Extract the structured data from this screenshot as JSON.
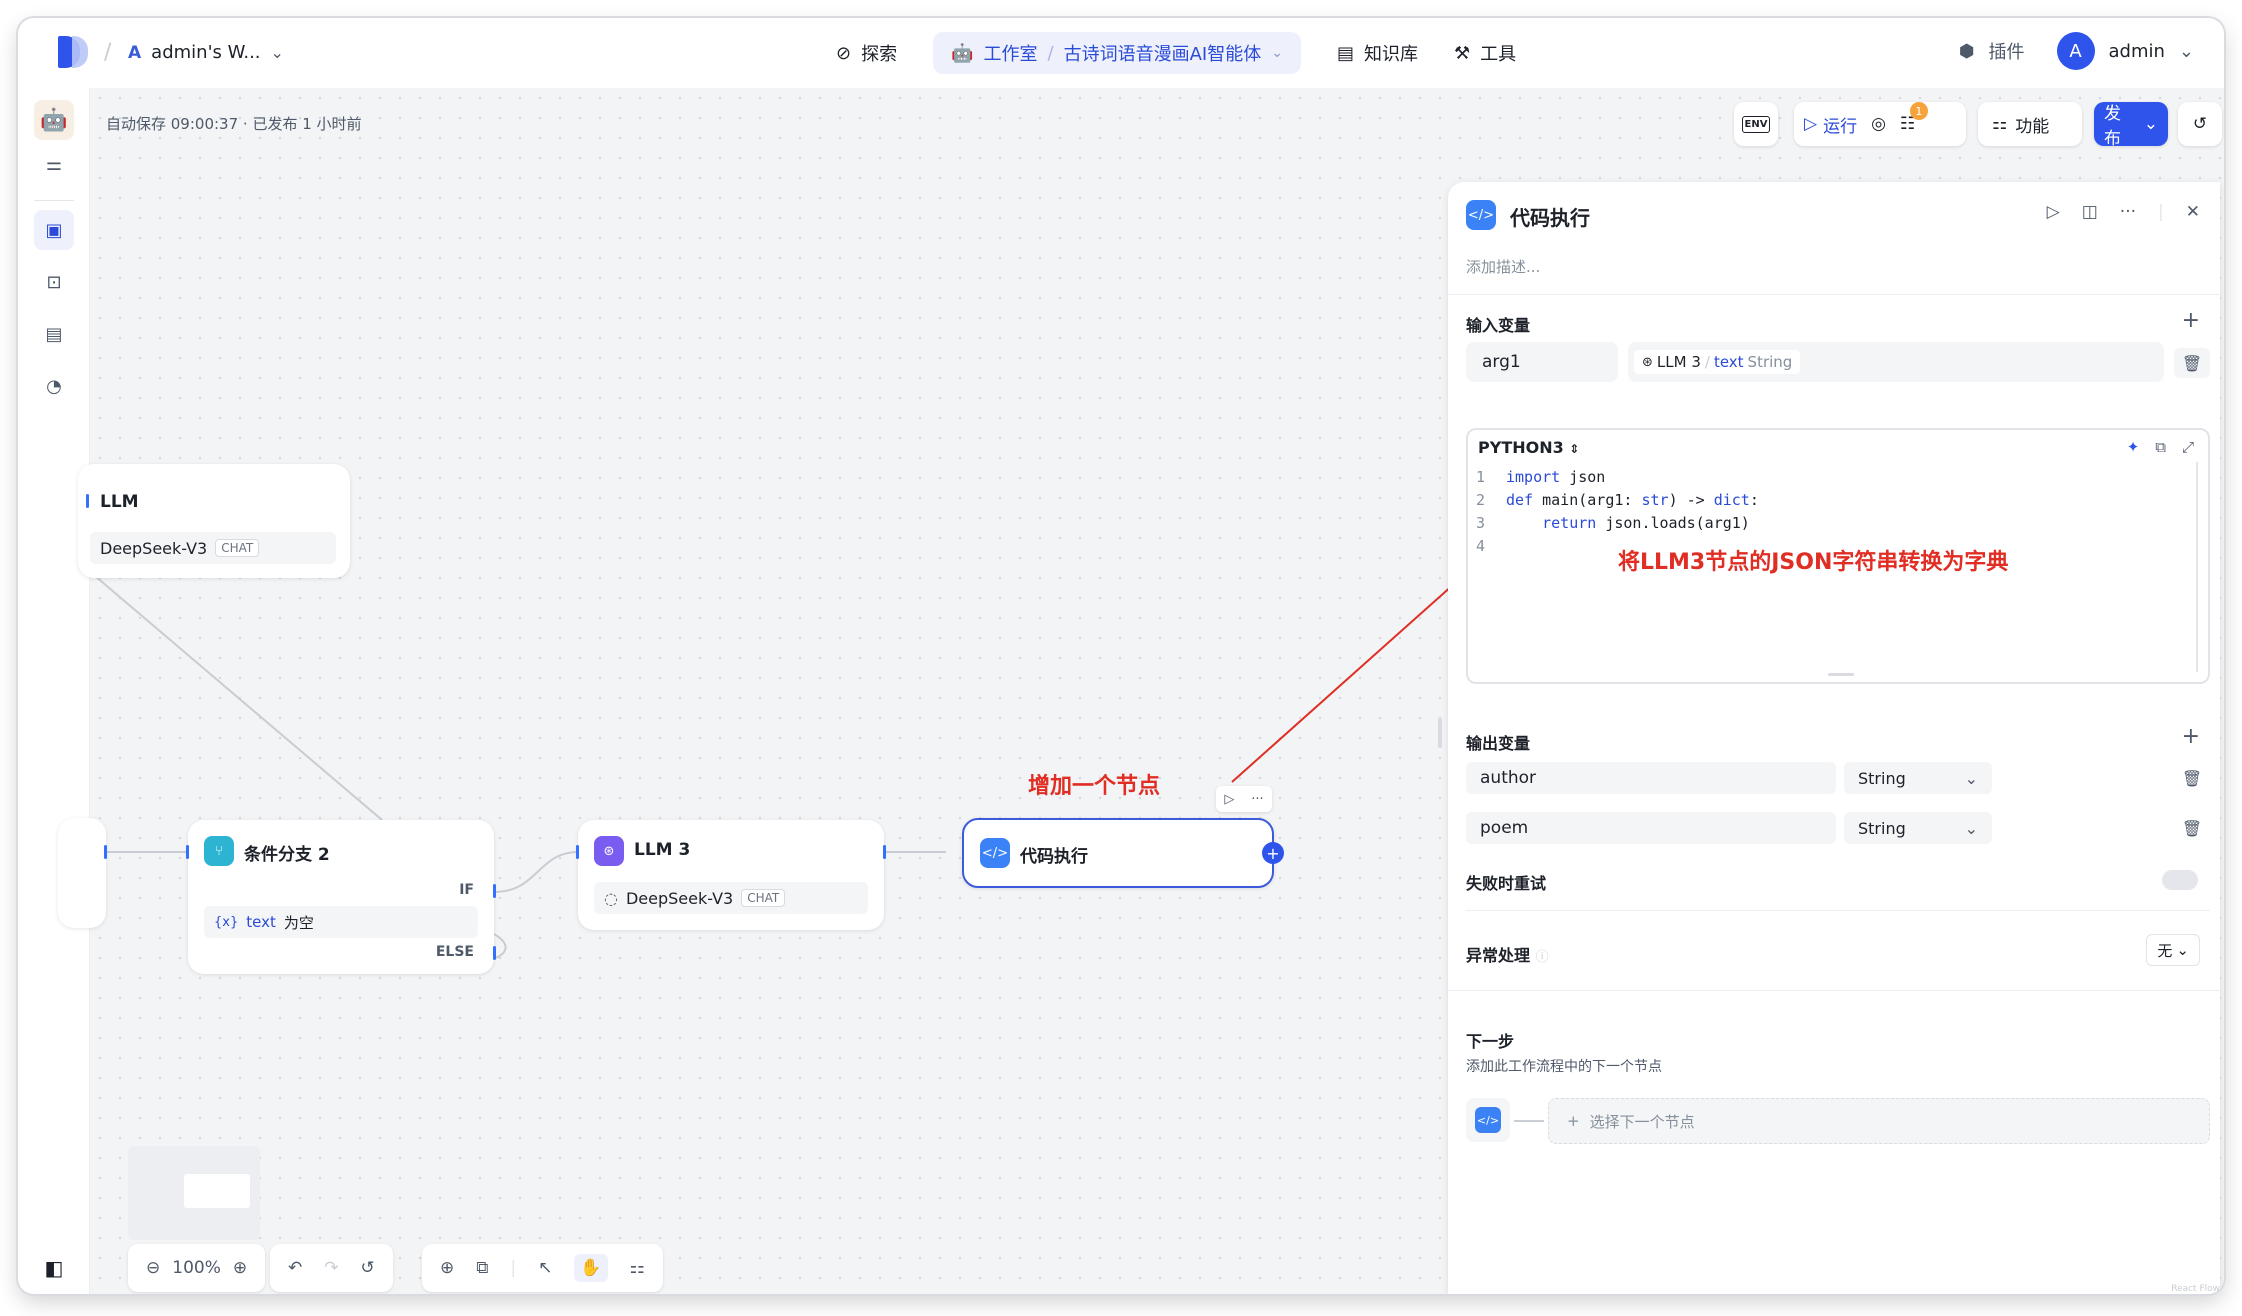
{
  "workspace": {
    "initial": "A",
    "name": "admin's W...",
    "chevron": "⌄"
  },
  "nav": {
    "explore": "探索",
    "studio": "工作室",
    "agent": "古诗词语音漫画AI智能体",
    "knowledge": "知识库",
    "tools": "工具"
  },
  "user": {
    "plugins": "插件",
    "avatar": "A",
    "name": "admin"
  },
  "status": {
    "autosave": "自动保存 09:00:37 · 已发布 1 小时前"
  },
  "toolbar": {
    "env": "ENV",
    "run": "运行",
    "badge": "1",
    "features": "功能",
    "publish": "发布"
  },
  "nodes": {
    "llm_top": {
      "title": "LLM",
      "model": "DeepSeek-V3",
      "tag": "CHAT"
    },
    "condition": {
      "title": "条件分支 2",
      "if": "IF",
      "var_prefix": "{x}",
      "var": "text",
      "cond": "为空",
      "else": "ELSE"
    },
    "llm3": {
      "title": "LLM 3",
      "model": "DeepSeek-V3",
      "tag": "CHAT"
    },
    "code": {
      "title": "代码执行"
    }
  },
  "annotations": {
    "add_node": "增加一个节点",
    "convert": "将LLM3节点的JSON字符串转换为字典"
  },
  "panel": {
    "title": "代码执行",
    "desc_placeholder": "添加描述...",
    "input_label": "输入变量",
    "input_name": "arg1",
    "input_ref_node": "LLM 3",
    "input_ref_sep": "/",
    "input_ref_var": "text",
    "input_ref_type": "String",
    "lang": "PYTHON3",
    "code_lines": [
      {
        "n": "1",
        "text": "import json"
      },
      {
        "n": "2",
        "text": "def main(arg1: str) -> dict:"
      },
      {
        "n": "3",
        "text": "    return json.loads(arg1)"
      },
      {
        "n": "4",
        "text": ""
      }
    ],
    "output_label": "输出变量",
    "outputs": [
      {
        "name": "author",
        "type": "String"
      },
      {
        "name": "poem",
        "type": "String"
      }
    ],
    "retry_label": "失败时重试",
    "error_label": "异常处理",
    "error_value": "无",
    "next_label": "下一步",
    "next_desc": "添加此工作流程中的下一个节点",
    "next_placeholder": "选择下一个节点"
  },
  "bottom": {
    "zoom": "100%"
  },
  "watermark": "React Flow"
}
